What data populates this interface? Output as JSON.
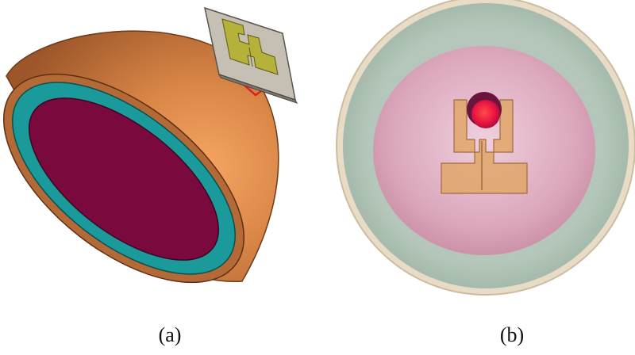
{
  "figure": {
    "panels": [
      {
        "id": "a",
        "caption": "(a)",
        "subject": "hemisphere-with-external-antenna"
      },
      {
        "id": "b",
        "caption": "(b)",
        "subject": "top-view-layered-sphere-with-antenna"
      }
    ],
    "colors": {
      "outer_shell": "#c9783e",
      "teal_layer": "#1a9a9b",
      "core_layer": "#7a0a3e",
      "board": "#c6c0b4",
      "copper_trace": "#b6b13a",
      "feed_red": "#e02020",
      "sphere_outer_ring": "#e8dcc6",
      "sphere_green": "#a9bdb0",
      "sphere_pink": "#d8a6b8",
      "antenna_patch": "#e0a66a",
      "hotspot": "#f02050"
    }
  }
}
